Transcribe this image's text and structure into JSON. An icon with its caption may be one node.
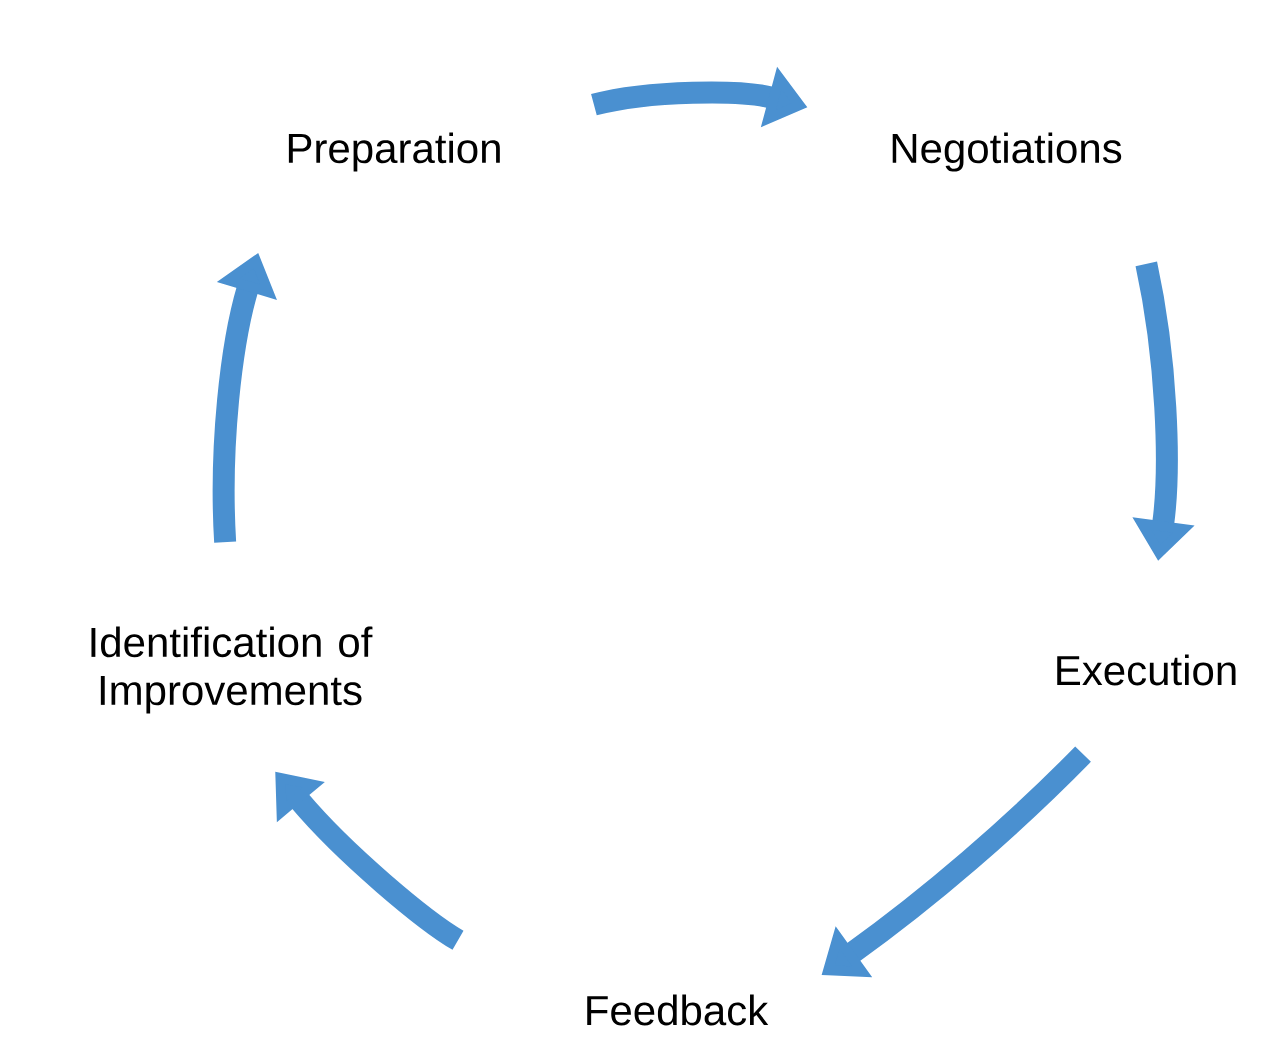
{
  "diagram": {
    "nodes": [
      {
        "text": [
          "Preparation"
        ]
      },
      {
        "text": [
          "Negotiations"
        ]
      },
      {
        "text": [
          "Execution"
        ]
      },
      {
        "text": [
          "Feedback"
        ]
      },
      {
        "text": [
          "Identification of Improvements"
        ]
      }
    ],
    "edges": [
      {
        "from": 0,
        "to": 1,
        "arrow": "to"
      },
      {
        "from": 1,
        "to": 2,
        "arrow": "to"
      },
      {
        "from": 2,
        "to": 3,
        "arrow": "to"
      },
      {
        "from": 3,
        "to": 4,
        "arrow": "to"
      },
      {
        "from": 4,
        "to": 0,
        "arrow": "to"
      }
    ]
  }
}
